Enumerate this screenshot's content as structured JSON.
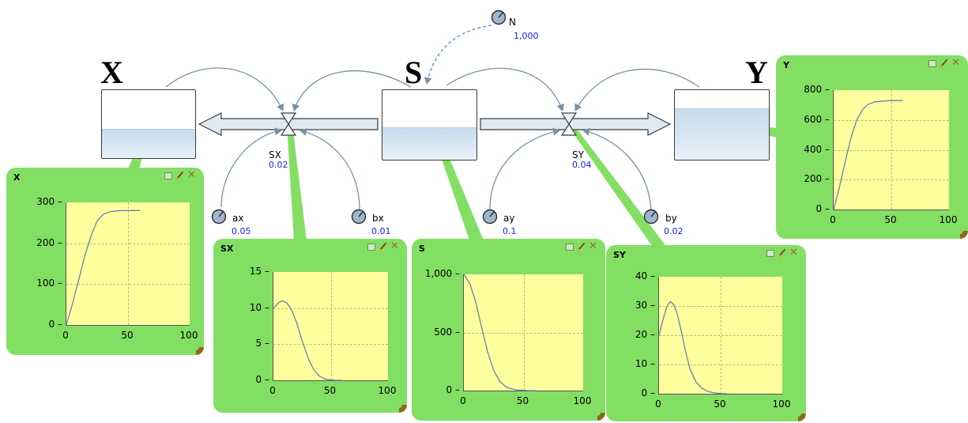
{
  "stocks": [
    {
      "id": "X",
      "title": "X",
      "fill_level": 0.42
    },
    {
      "id": "S",
      "title": "S",
      "fill_level": 0.45
    },
    {
      "id": "Y",
      "title": "Y",
      "fill_level": 0.73
    }
  ],
  "flows": [
    {
      "id": "SX",
      "label": "SX",
      "value": "0.02"
    },
    {
      "id": "SY",
      "label": "SY",
      "value": "0.04"
    }
  ],
  "parameters": [
    {
      "id": "N",
      "label": "N",
      "value": "1,000"
    },
    {
      "id": "ax",
      "label": "ax",
      "value": "0.05"
    },
    {
      "id": "bx",
      "label": "bx",
      "value": "0.01"
    },
    {
      "id": "ay",
      "label": "ay",
      "value": "0.1"
    },
    {
      "id": "by",
      "label": "by",
      "value": "0.02"
    }
  ],
  "chart_data": [
    {
      "type": "line",
      "title": "X",
      "x_ticks": [
        "0",
        "50",
        "100"
      ],
      "y_ticks": [
        "0",
        "100",
        "200",
        "300"
      ],
      "xlim": [
        0,
        100
      ],
      "ylim": [
        0,
        300
      ],
      "x": [
        0,
        5,
        10,
        15,
        20,
        25,
        30,
        35,
        40,
        45,
        50,
        55,
        60
      ],
      "values": [
        0,
        52,
        110,
        170,
        218,
        255,
        271,
        277,
        279,
        280,
        280,
        280,
        280
      ],
      "grid": true
    },
    {
      "type": "line",
      "title": "SX",
      "x_ticks": [
        "0",
        "50",
        "100"
      ],
      "y_ticks": [
        "0",
        "5",
        "10",
        "15"
      ],
      "xlim": [
        0,
        100
      ],
      "ylim": [
        0,
        15
      ],
      "x": [
        0,
        5,
        8,
        12,
        16,
        20,
        25,
        30,
        35,
        40,
        45,
        50,
        55,
        60
      ],
      "values": [
        10,
        10.8,
        11,
        10.7,
        9.7,
        8.1,
        5.5,
        3.2,
        1.5,
        0.6,
        0.2,
        0.05,
        0,
        0
      ],
      "grid": true
    },
    {
      "type": "line",
      "title": "S",
      "x_ticks": [
        "0",
        "50",
        "100"
      ],
      "y_ticks": [
        "0",
        "500",
        "1,000"
      ],
      "xlim": [
        0,
        100
      ],
      "ylim": [
        0,
        1000
      ],
      "x": [
        0,
        5,
        10,
        15,
        20,
        25,
        30,
        35,
        40,
        45,
        50,
        55,
        60
      ],
      "values": [
        1000,
        920,
        760,
        540,
        330,
        175,
        80,
        35,
        14,
        5,
        2,
        0,
        0
      ],
      "grid": true
    },
    {
      "type": "line",
      "title": "SY",
      "x_ticks": [
        "0",
        "50",
        "100"
      ],
      "y_ticks": [
        "0",
        "10",
        "20",
        "30",
        "40"
      ],
      "xlim": [
        0,
        100
      ],
      "ylim": [
        0,
        40
      ],
      "x": [
        0,
        3,
        6,
        9,
        12,
        15,
        18,
        21,
        25,
        30,
        35,
        40,
        45,
        50,
        55
      ],
      "values": [
        20,
        25,
        29.5,
        31.5,
        30.5,
        27,
        21.5,
        15.5,
        8.5,
        4,
        1.8,
        0.7,
        0.3,
        0.1,
        0
      ],
      "grid": true
    },
    {
      "type": "line",
      "title": "Y",
      "x_ticks": [
        "0",
        "50",
        "100"
      ],
      "y_ticks": [
        "0",
        "200",
        "400",
        "600",
        "800"
      ],
      "xlim": [
        0,
        100
      ],
      "ylim": [
        0,
        800
      ],
      "x": [
        0,
        5,
        10,
        15,
        20,
        25,
        30,
        35,
        40,
        45,
        50,
        55,
        60
      ],
      "values": [
        0,
        150,
        320,
        480,
        600,
        670,
        705,
        720,
        725,
        728,
        730,
        730,
        730
      ],
      "grid": true
    }
  ],
  "colors": {
    "panel_bg": "#83df63",
    "plot_bg": "#ffff9e",
    "curve": "#6b7fb0",
    "link": "#7891a6",
    "value_text": "#1a1aff"
  },
  "icons": {
    "panel_window": "window-icon",
    "panel_edit": "pencil-icon",
    "panel_close": "close-icon",
    "parameter": "dial-icon",
    "flow": "valve-icon"
  }
}
